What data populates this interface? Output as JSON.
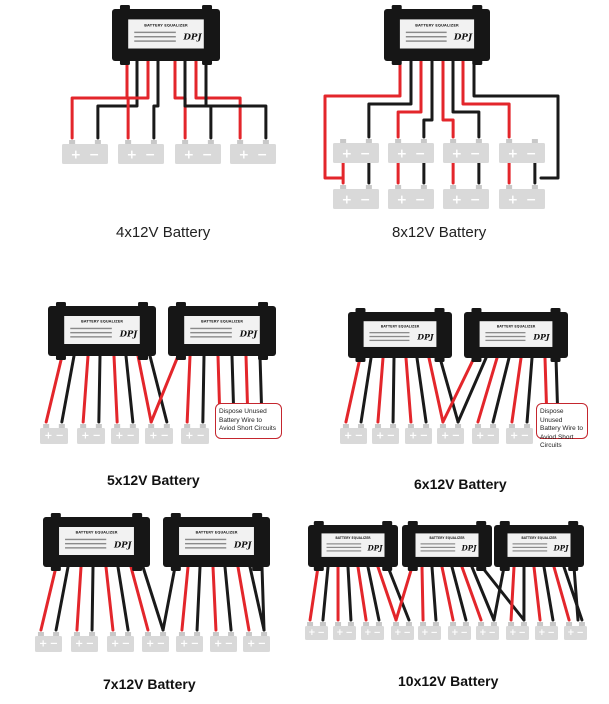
{
  "module_label": "BATTERY EQUALIZER",
  "module_brand": "DPJ",
  "terminal_plus": "+",
  "terminal_minus": "−",
  "configs": [
    {
      "caption": "4x12V Battery"
    },
    {
      "caption": "8x12V Battery"
    },
    {
      "caption": "5x12V Battery"
    },
    {
      "caption": "6x12V Battery"
    },
    {
      "caption": "7x12V Battery"
    },
    {
      "caption": "10x12V Battery"
    }
  ],
  "notes": [
    {
      "text": "Dispose Unused Battery Wire to Aviod Short Circuits"
    },
    {
      "text": "Dispose Unused Battery Wire to Aviod Short Circuits"
    }
  ],
  "colors": {
    "module_body": "#161616",
    "label_bg": "#f2f2f2",
    "wire_red": "#e3262b",
    "wire_black": "#1a1a1a",
    "battery": "#d9d9d9",
    "note_border": "#c4262e"
  }
}
